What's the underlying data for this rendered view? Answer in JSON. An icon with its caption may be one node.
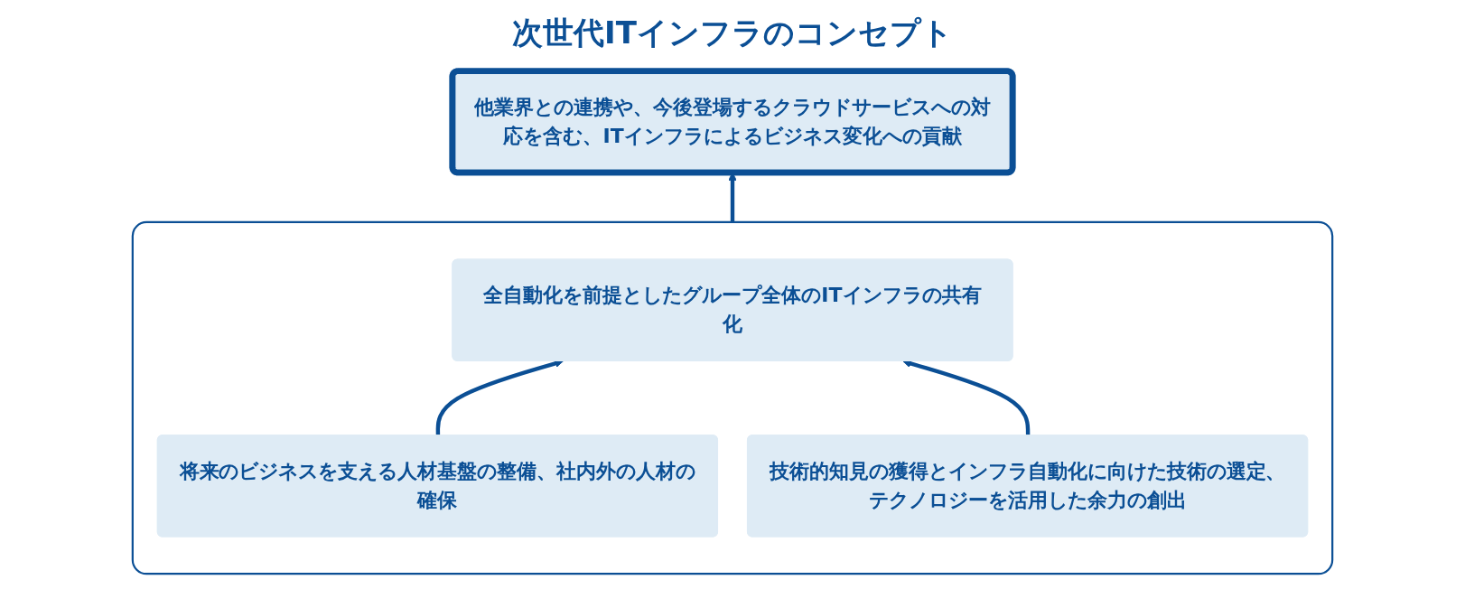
{
  "diagram": {
    "title": "次世代ITインフラのコンセプト",
    "nodes": [
      {
        "text": [
          "他業界との連携や、今後登場するクラウドサービスへの対応を含む、ITインフラによるビジネス変化への貢献"
        ]
      },
      {
        "text": [],
        "shape": "box"
      },
      {
        "text": [
          "全自動化を前提としたグループ全体のITインフラの共有化"
        ],
        "in": 1
      },
      {
        "text": [
          "将来のビジネスを支える人材基盤の整備、社内外の人材の確保"
        ],
        "in": 1
      },
      {
        "text": [
          "技術的知見の獲得とインフラ自動化に向けた技術の選定、テクノロジーを活用した余力の創出"
        ],
        "in": 1
      }
    ],
    "edges": [
      {
        "from": 1,
        "to": 0,
        "arrow": "to"
      },
      {
        "from": 3,
        "to": 2,
        "arrow": "to"
      },
      {
        "from": 4,
        "to": 2,
        "arrow": "to"
      }
    ]
  }
}
